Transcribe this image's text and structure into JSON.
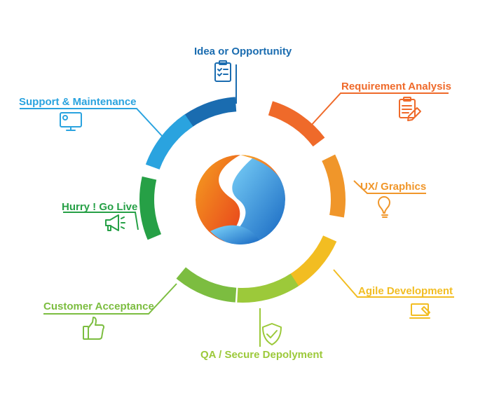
{
  "stages": [
    {
      "id": "idea",
      "label": "Idea or Opportunity",
      "color": "#1a6cb0",
      "icon": "clipboard-checklist-icon"
    },
    {
      "id": "requirement",
      "label": "Requirement Analysis",
      "color": "#ef6a2a",
      "icon": "document-pencil-icon"
    },
    {
      "id": "ux",
      "label": "UX/ Graphics",
      "color": "#f0962a",
      "icon": "light-bulb-icon"
    },
    {
      "id": "agile",
      "label": "Agile Development",
      "color": "#f2bd22",
      "icon": "laptop-code-icon"
    },
    {
      "id": "qa",
      "label": "QA / Secure Depolyment",
      "color": "#9cc93a",
      "icon": "shield-check-icon"
    },
    {
      "id": "acceptance",
      "label": "Customer Acceptance",
      "color": "#7cbd40",
      "icon": "thumbs-up-icon"
    },
    {
      "id": "golive",
      "label": "Hurry ! Go Live",
      "color": "#26a046",
      "icon": "megaphone-icon"
    },
    {
      "id": "support",
      "label": "Support & Maintenance",
      "color": "#2aa3df",
      "icon": "monitor-support-icon"
    }
  ],
  "logo": {
    "colors": [
      "#f05a22",
      "#f5a020",
      "#1e88e5",
      "#4fc3f7"
    ]
  }
}
